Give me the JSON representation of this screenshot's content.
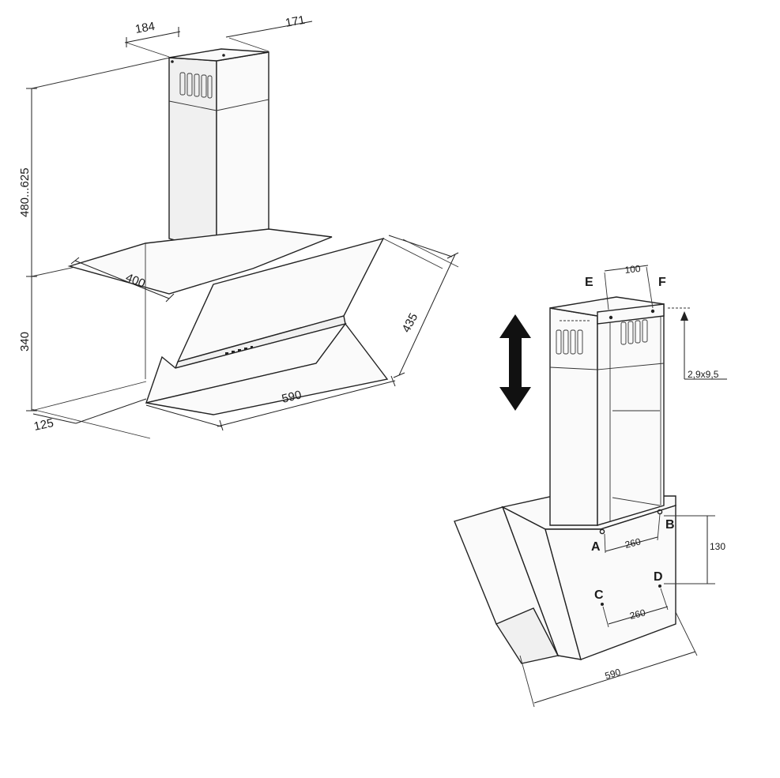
{
  "diagram_a": {
    "dim_chimney_depth": "184",
    "dim_chimney_width": "171",
    "dim_chimney_height": "480...625",
    "dim_hood_depth": "400",
    "dim_hood_height": "340",
    "dim_panel_length": "435",
    "dim_width": "590",
    "dim_base_offset": "125"
  },
  "diagram_b": {
    "label_e": "E",
    "label_f": "F",
    "dim_ef": "100",
    "screw_spec": "2,9x9,5",
    "label_a": "A",
    "label_b": "B",
    "label_c": "C",
    "label_d": "D",
    "dim_ab": "260",
    "dim_cd": "260",
    "dim_vertical": "130",
    "dim_width": "590"
  }
}
